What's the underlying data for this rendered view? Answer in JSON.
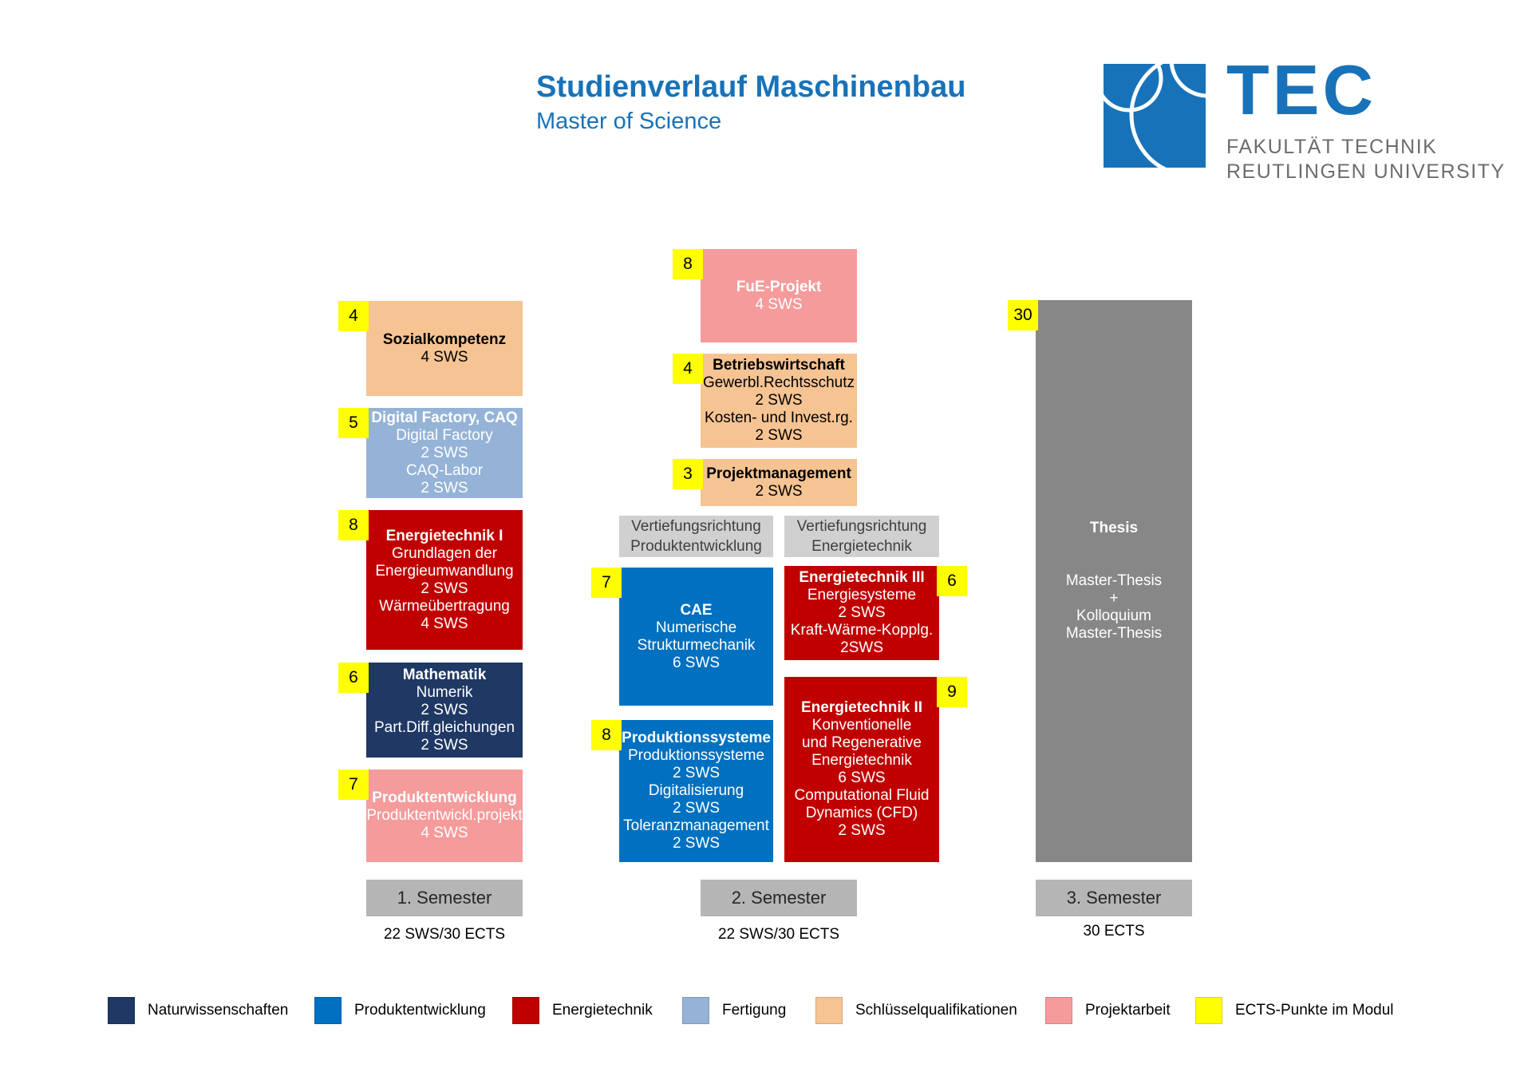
{
  "header": {
    "title": "Studienverlauf Maschinenbau",
    "subtitle": "Master of Science",
    "logo": {
      "acronym": "TEC",
      "faculty": "FAKULTÄT TECHNIK",
      "university": "REUTLINGEN UNIVERSITY"
    }
  },
  "colors": {
    "accent_blue": "#1772B9",
    "naturwissenschaften": "#1F3864",
    "produktentwicklung": "#0070C0",
    "energietechnik": "#C00000",
    "fertigung": "#95B3D7",
    "schluesselqualifikationen": "#F6C392",
    "projektarbeit": "#F59B9B",
    "ects_yellow": "#FFFF00"
  },
  "modules": {
    "soz": {
      "ects": "4",
      "title": "Sozialkompetenz",
      "body": "4 SWS"
    },
    "dig": {
      "ects": "5",
      "title": "Digital Factory, CAQ",
      "body": "Digital Factory\n2 SWS\nCAQ-Labor\n2 SWS"
    },
    "et1": {
      "ects": "8",
      "title": "Energietechnik I",
      "body": "Grundlagen der\nEnergieumwandlung\n2 SWS\nWärmeübertragung\n4 SWS"
    },
    "math": {
      "ects": "6",
      "title": "Mathematik",
      "body": "Numerik\n2 SWS\nPart.Diff.gleichungen\n2 SWS"
    },
    "pe": {
      "ects": "7",
      "title": "Produktentwicklung",
      "body": "Produktentwickl.projekt\n4 SWS"
    },
    "fue": {
      "ects": "8",
      "title": "FuE-Projekt",
      "body": "4 SWS"
    },
    "bw": {
      "ects": "4",
      "title": "Betriebswirtschaft",
      "body": "Gewerbl.Rechtsschutz\n2 SWS\nKosten- und Invest.rg.\n2 SWS"
    },
    "pm": {
      "ects": "3",
      "title": "Projektmanagement",
      "body": "2 SWS"
    },
    "cae": {
      "ects": "7",
      "title": "CAE",
      "body": "Numerische\nStrukturmechanik\n6 SWS"
    },
    "et3": {
      "ects": "6",
      "title": "Energietechnik III",
      "body": "Energiesysteme\n2 SWS\nKraft-Wärme-Kopplg.\n2SWS"
    },
    "ps": {
      "ects": "8",
      "title": "Produktionssysteme",
      "body": "Produktionssysteme\n2 SWS\nDigitalisierung\n2 SWS\nToleranzmanagement\n2 SWS"
    },
    "et2": {
      "ects": "9",
      "title": "Energietechnik II",
      "body": "Konventionelle\nund Regenerative\nEnergietechnik\n6 SWS\nComputational Fluid\nDynamics (CFD)\n2 SWS"
    },
    "thesis": {
      "ects": "30",
      "title": "Thesis",
      "body": "Master-Thesis\n+\nKolloquium\nMaster-Thesis"
    }
  },
  "tracks": {
    "pe": "Vertiefungsrichtung\nProduktentwicklung",
    "et": "Vertiefungsrichtung\nEnergietechnik"
  },
  "semesters": [
    {
      "label": "1. Semester",
      "total": "22 SWS/30 ECTS"
    },
    {
      "label": "2. Semester",
      "total": "22 SWS/30 ECTS"
    },
    {
      "label": "3. Semester",
      "total": "30 ECTS"
    }
  ],
  "legend": [
    {
      "label": "Naturwissenschaften",
      "color": "#1F3864"
    },
    {
      "label": "Produktentwicklung",
      "color": "#0070C0"
    },
    {
      "label": "Energietechnik",
      "color": "#C00000"
    },
    {
      "label": "Fertigung",
      "color": "#95B3D7"
    },
    {
      "label": "Schlüsselqualifikationen",
      "color": "#F6C392"
    },
    {
      "label": "Projektarbeit",
      "color": "#F59B9B"
    },
    {
      "label": "ECTS-Punkte im Modul",
      "color": "#FFFF00"
    }
  ]
}
